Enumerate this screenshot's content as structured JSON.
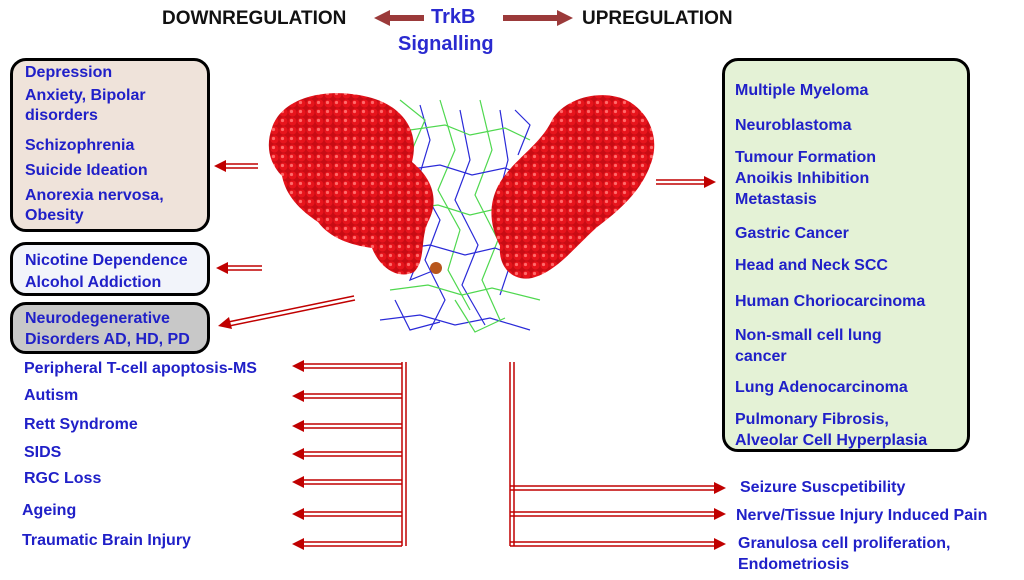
{
  "header": {
    "down_label": "DOWNREGULATION",
    "up_label": "UPREGULATION",
    "center_line1": "TrkB",
    "center_line2": "Signalling"
  },
  "colors": {
    "arrow_header": "#9b3a3a",
    "arrow_red": "#c00000",
    "text_blue": "#2020c8",
    "box_beige": "#efe3da",
    "box_lightblue": "#f2f4fa",
    "box_gray": "#c8c8c8",
    "box_green": "#e4f2d6",
    "protein_red": "#e0141c",
    "protein_green": "#4fd84f",
    "protein_blue": "#2a2ad8"
  },
  "boxes": {
    "psychiatric": [
      "Depression",
      "Anxiety, Bipolar",
      "disorders",
      "Schizophrenia",
      "Suicide Ideation",
      "Anorexia nervosa,",
      "Obesity"
    ],
    "addiction": [
      "Nicotine Dependence",
      "Alcohol Addiction"
    ],
    "neuro": [
      "Neurodegenerative",
      "Disorders AD, HD, PD"
    ],
    "cancer": [
      "Multiple Myeloma",
      "Neuroblastoma",
      "Tumour Formation",
      "Anoikis Inhibition",
      "Metastasis",
      "Gastric Cancer",
      "Head and Neck SCC",
      "Human Choriocarcinoma",
      "Non-small cell lung",
      "cancer",
      "Lung Adenocarcinoma",
      "Pulmonary Fibrosis,",
      "Alveolar Cell Hyperplasia"
    ]
  },
  "down_list": [
    "Peripheral T-cell apoptosis-MS",
    "Autism",
    "Rett Syndrome",
    "SIDS",
    "RGC Loss",
    "Ageing",
    "Traumatic Brain Injury"
  ],
  "up_list": [
    "Seizure Suscpetibility",
    "Nerve/Tissue Injury Induced Pain",
    "Granulosa cell proliferation,",
    "Endometriosis"
  ]
}
